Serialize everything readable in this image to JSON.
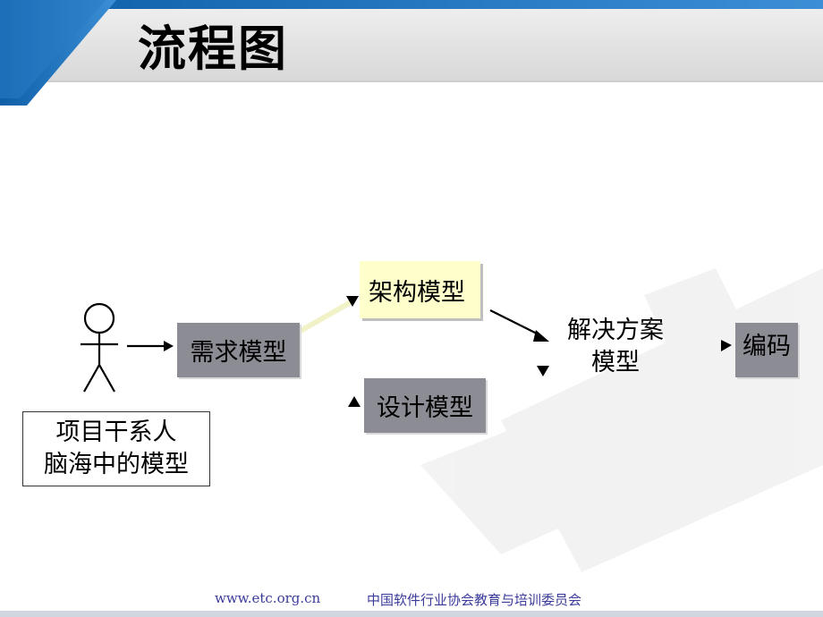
{
  "title": "流程图",
  "diagram": {
    "stakeholder": {
      "line1": "项目干系人",
      "line2": "脑海中的模型"
    },
    "requirements_model": "需求模型",
    "architecture_model": "架构模型",
    "design_model": "设计模型",
    "solution_model": {
      "line1": "解决方案",
      "line2": "模型"
    },
    "coding": "编码"
  },
  "footer": {
    "url": "www.etc.org.cn",
    "organization": "中国软件行业协会教育与培训委员会"
  },
  "colors": {
    "header_bar": "#e6e6e6",
    "accent_blue": "#1a6fb5",
    "gray_box": "#8c8c94",
    "yellow_box": "#ffffcc"
  }
}
